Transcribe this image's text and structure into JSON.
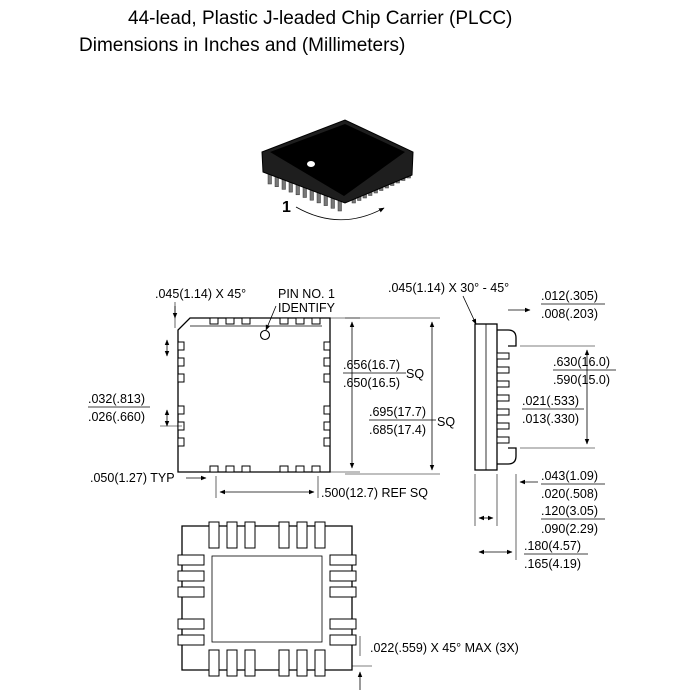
{
  "title": {
    "line1": "44-lead, Plastic J-leaded Chip Carrier (PLCC)",
    "line2": "Dimensions in Inches and (Millimeters)"
  },
  "iso": {
    "pin1_label": "1"
  },
  "top_view": {
    "chamfer": ".045(1.14) X 45°",
    "pin_no_1": "PIN NO. 1",
    "identify": "IDENTIFY",
    "body_max": ".656(16.7)",
    "body_min": ".650(16.5)",
    "body_sq": "SQ",
    "overall_max": ".695(17.7)",
    "overall_min": ".685(17.4)",
    "overall_sq": "SQ",
    "lead_w_max": ".032(.813)",
    "lead_w_min": ".026(.660)",
    "pitch": ".050(1.27) TYP",
    "ref_sq": ".500(12.7) REF SQ"
  },
  "side_view": {
    "chamfer": ".045(1.14) X 30° - 45°",
    "a_max": ".012(.305)",
    "a_min": ".008(.203)",
    "foot_span_max": ".630(16.0)",
    "foot_span_min": ".590(15.0)",
    "lead_max": ".021(.533)",
    "lead_min": ".013(.330)",
    "b_max": ".043(1.09)",
    "b_min": ".020(.508)",
    "c_max": ".120(3.05)",
    "c_min": ".090(2.29)",
    "h_max": ".180(4.57)",
    "h_min": ".165(4.19)"
  },
  "bottom_view": {
    "corner": ".022(.559) X 45° MAX (3X)"
  }
}
